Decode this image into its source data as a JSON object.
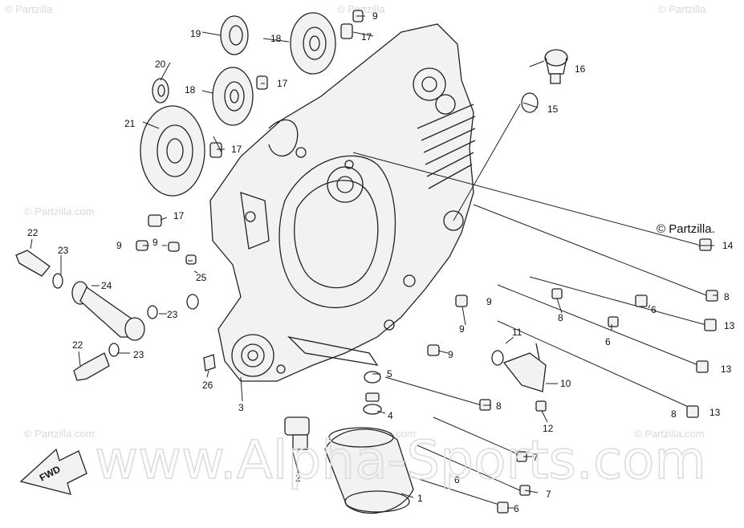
{
  "watermarks": {
    "corner": "© Partzilla",
    "inline": "© Partzilla.com",
    "dealer": "© Partzilla.",
    "site": "www.Alpha-Sports.com"
  },
  "fwd_label": "FWD",
  "callouts": [
    "1",
    "2",
    "3",
    "4",
    "5",
    "6",
    "6",
    "6",
    "6",
    "7",
    "7",
    "8",
    "8",
    "8",
    "8",
    "9",
    "9",
    "9",
    "9",
    "9",
    "9",
    "10",
    "11",
    "12",
    "13",
    "13",
    "13",
    "14",
    "15",
    "16",
    "17",
    "17",
    "17",
    "17",
    "18",
    "18",
    "19",
    "20",
    "21",
    "22",
    "22",
    "23",
    "23",
    "23",
    "24",
    "25",
    "26"
  ]
}
